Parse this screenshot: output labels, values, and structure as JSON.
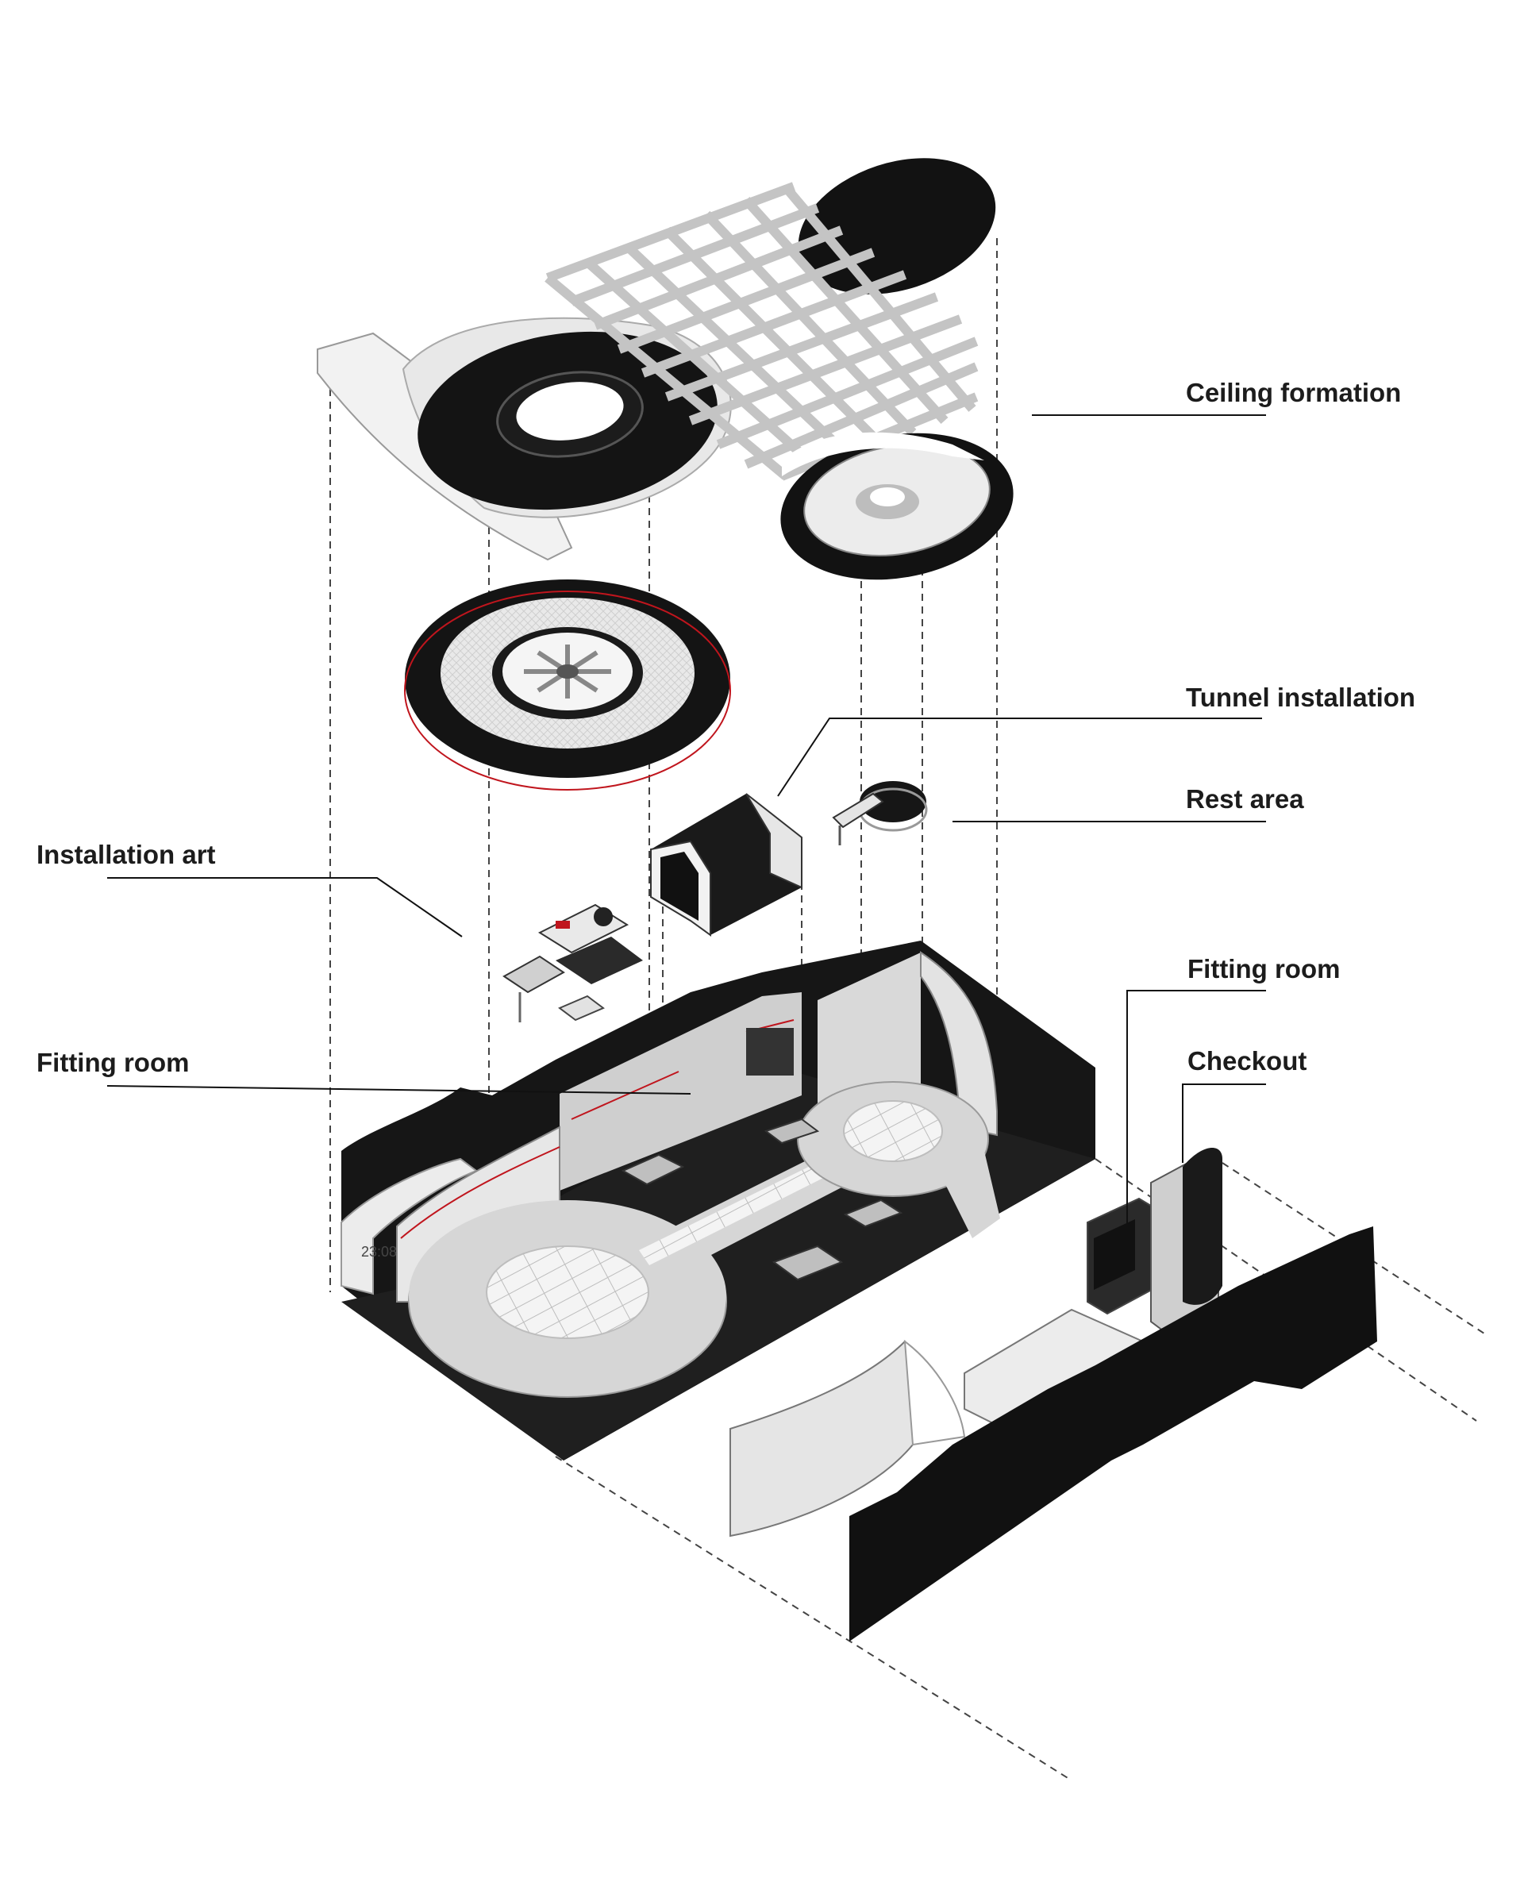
{
  "labels": {
    "ceiling_formation": "Ceiling formation",
    "tunnel_installation": "Tunnel installation",
    "rest_area": "Rest area",
    "installation_art": "Installation art",
    "fitting_room_left": "Fitting room",
    "fitting_room_right": "Fitting room",
    "checkout": "Checkout"
  },
  "store_sign_text": "23:08",
  "colors": {
    "background": "#ffffff",
    "black": "#111111",
    "light_floor": "#d6d6d6",
    "grid": "#c9c9c9",
    "accent_red": "#c0151d",
    "text": "#1c1c1c"
  }
}
